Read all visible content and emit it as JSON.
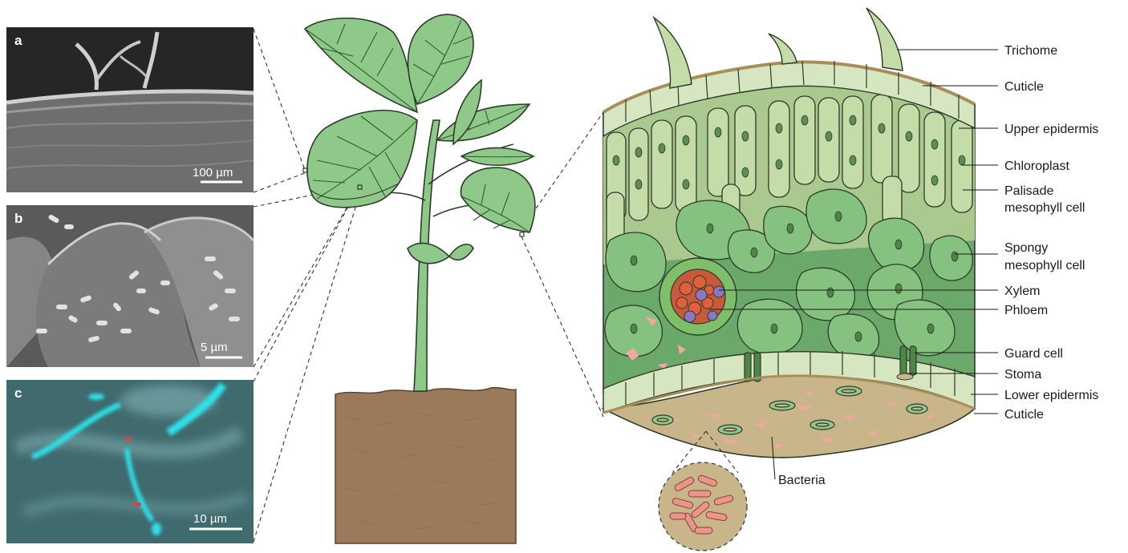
{
  "panels": [
    {
      "letter": "a",
      "scale_label": "100 µm",
      "scale_fraction_of_panel": 0.17
    },
    {
      "letter": "b",
      "scale_label": "5 µm",
      "scale_fraction_of_panel": 0.17
    },
    {
      "letter": "c",
      "scale_label": "10 µm",
      "scale_fraction_of_panel": 0.22
    }
  ],
  "leaf_labels": {
    "trichome": "Trichome",
    "cuticle_top": "Cuticle",
    "upper_epidermis": "Upper epidermis",
    "chloroplast": "Chloroplast",
    "palisade_1": "Palisade",
    "palisade_2": "mesophyll cell",
    "spongy_1": "Spongy",
    "spongy_2": "mesophyll cell",
    "xylem": "Xylem",
    "phloem": "Phloem",
    "guard_cell": "Guard cell",
    "stoma": "Stoma",
    "lower_epidermis": "Lower epidermis",
    "cuticle_bottom": "Cuticle",
    "bacteria": "Bacteria"
  },
  "colors": {
    "leaf_fill": "#8fc98a",
    "leaf_vein": "#2f5a2c",
    "soil": "#9a7a5a",
    "epidermis": "#d6e6c0",
    "palisade": "#b9d4a0",
    "spongy": "#7fbf7b",
    "xylem": "#8a78c4",
    "phloem": "#e0603c",
    "lower_surface": "#c9b58a",
    "bacteria": "#f2a8a0",
    "sem_dark": "#2c2c2c",
    "fluor_bg": "#4d7f82",
    "fluor_cyan": "#2fd6e0",
    "fluor_red": "#e8323a"
  }
}
